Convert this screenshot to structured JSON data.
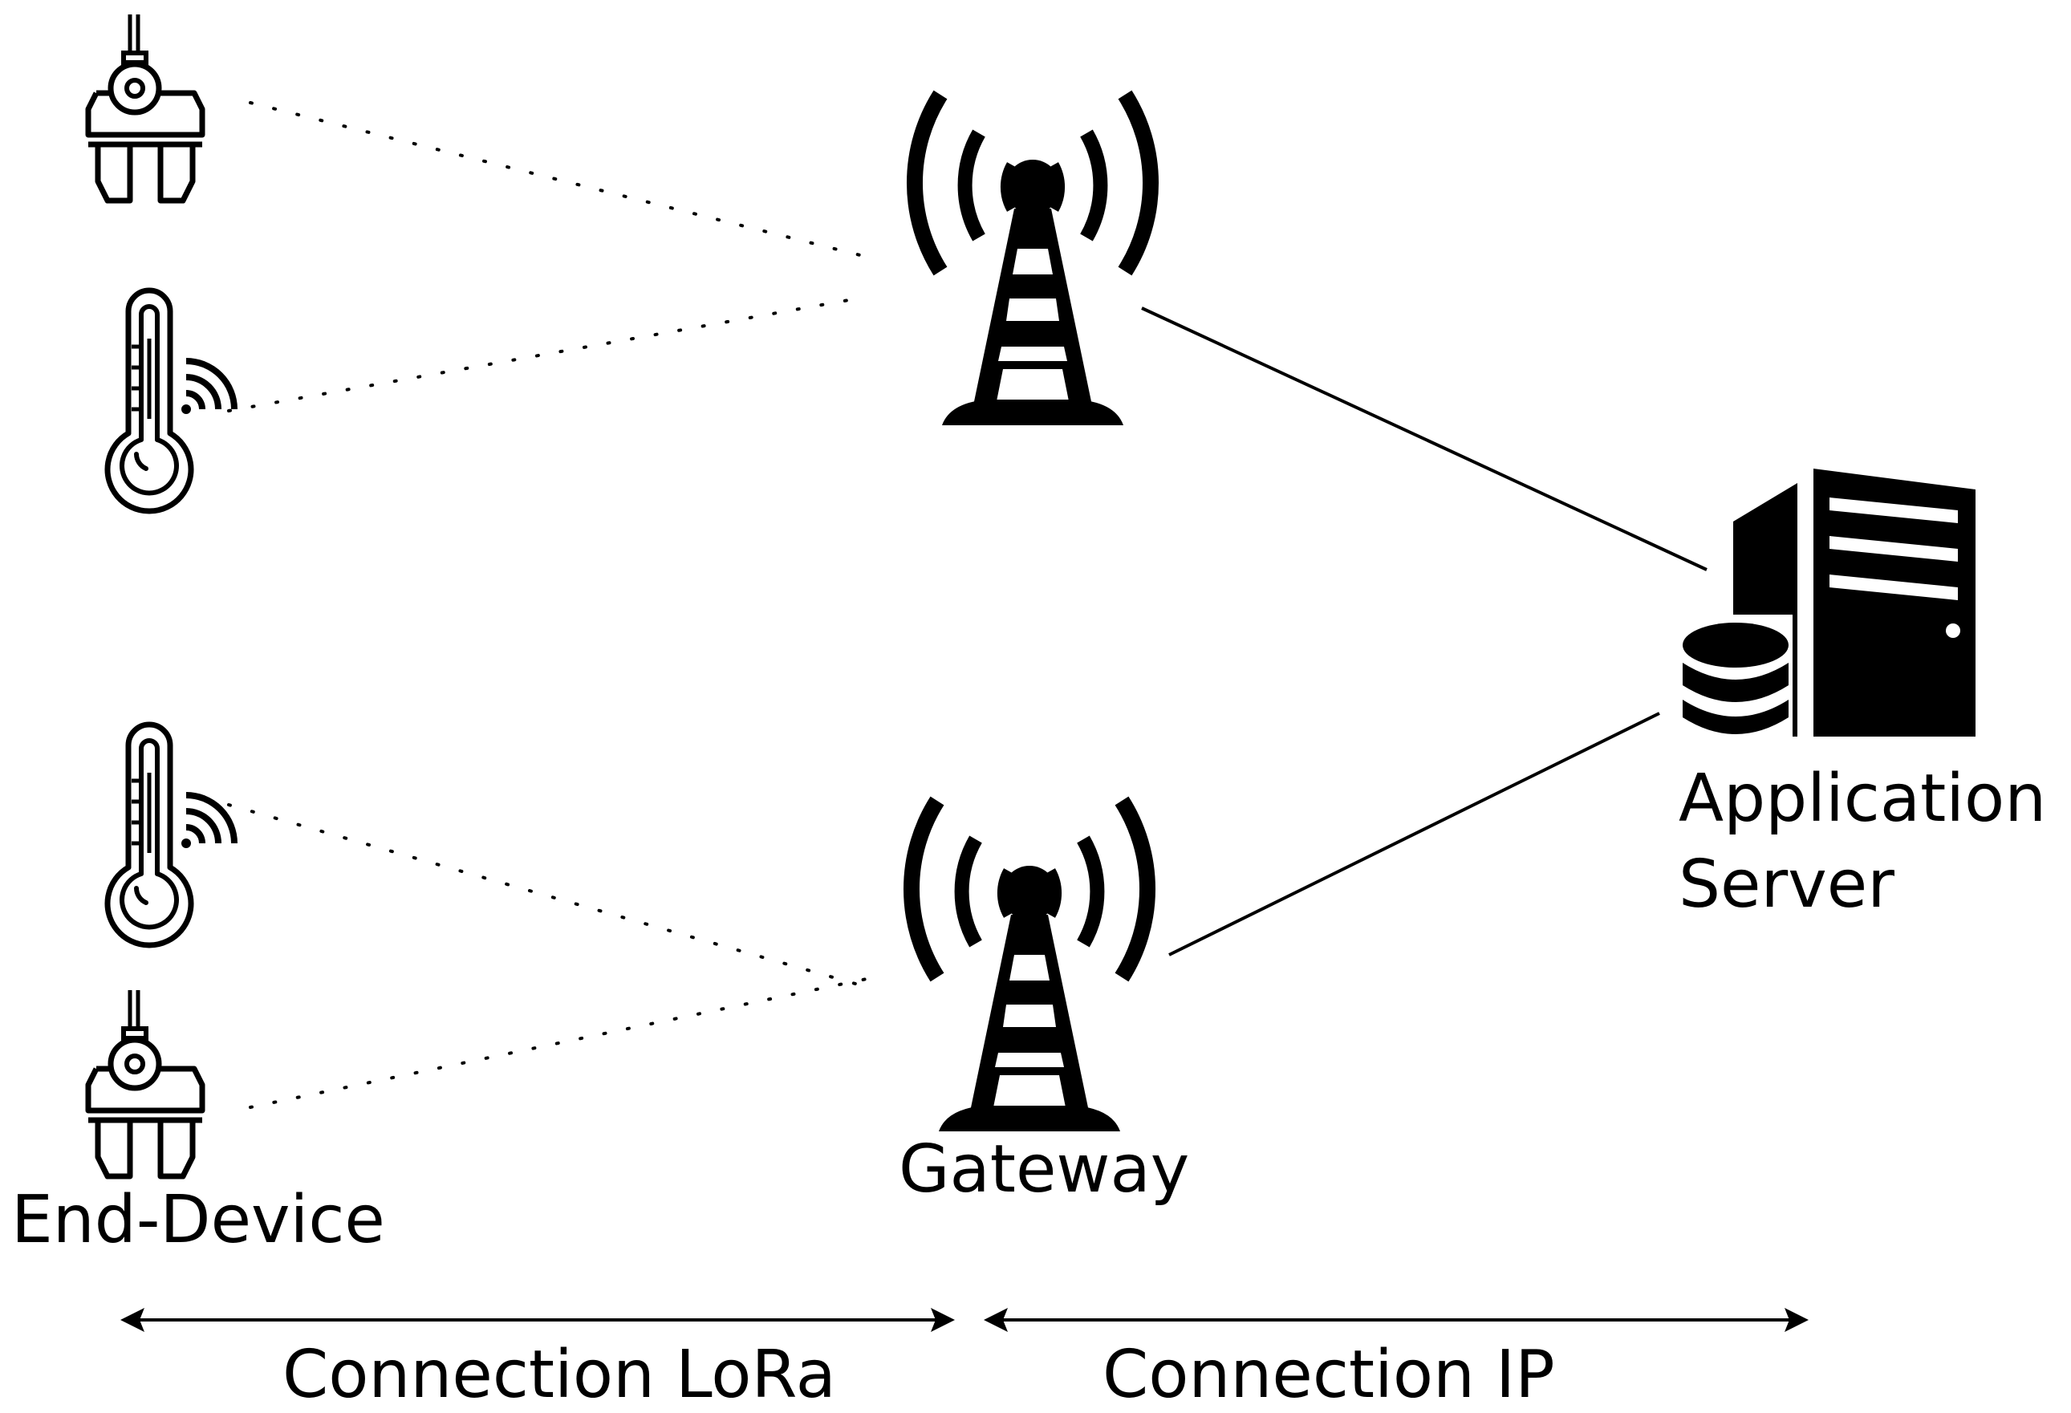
{
  "labels": {
    "end_device": "End-Device",
    "gateway": "Gateway",
    "application_server_line1": "Application",
    "application_server_line2": "Server",
    "connection_lora": "Connection LoRa",
    "connection_ip": "Connection IP"
  },
  "nodes": {
    "end_devices": [
      {
        "icon": "crane-claw-icon"
      },
      {
        "icon": "thermometer-wireless-icon"
      },
      {
        "icon": "thermometer-wireless-icon"
      },
      {
        "icon": "crane-claw-icon"
      }
    ],
    "gateways": [
      {
        "icon": "radio-tower-icon"
      },
      {
        "icon": "radio-tower-icon"
      }
    ],
    "server": {
      "icon": "server-database-icon"
    }
  },
  "links": {
    "lora_style": "dotted",
    "ip_style": "solid"
  },
  "colors": {
    "line": "#000000",
    "background": "#ffffff"
  }
}
